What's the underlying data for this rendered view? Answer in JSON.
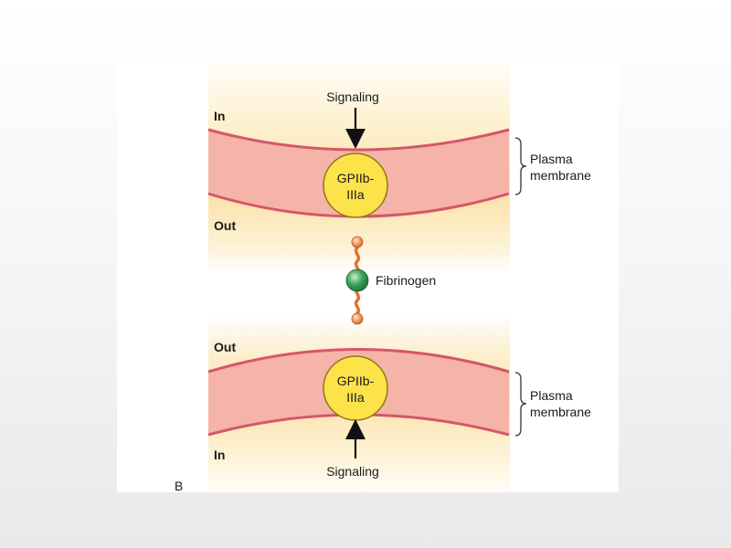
{
  "panel_letter": "B",
  "top": {
    "side_upper": "In",
    "side_lower": "Out",
    "arrow_label": "Signaling",
    "receptor_line1": "GPIIb-",
    "receptor_line2": "IIIa",
    "brace_line1": "Plasma",
    "brace_line2": "membrane"
  },
  "middle": {
    "ligand_label": "Fibrinogen"
  },
  "bottom": {
    "side_upper": "Out",
    "side_lower": "In",
    "arrow_label": "Signaling",
    "receptor_line1": "GPIIb-",
    "receptor_line2": "IIIa",
    "brace_line1": "Plasma",
    "brace_line2": "membrane"
  },
  "colors": {
    "membrane_fill": "#f6b3a8",
    "membrane_edge": "#d5566a",
    "cytoplasm_glow": "#fde6b4",
    "receptor_fill": "#fde24a",
    "receptor_edge": "#8a7a1a",
    "fibrinogen_core": "#3aa55c",
    "fibrinogen_chain": "#e0742a",
    "fibrinogen_end": "#f09a60"
  }
}
